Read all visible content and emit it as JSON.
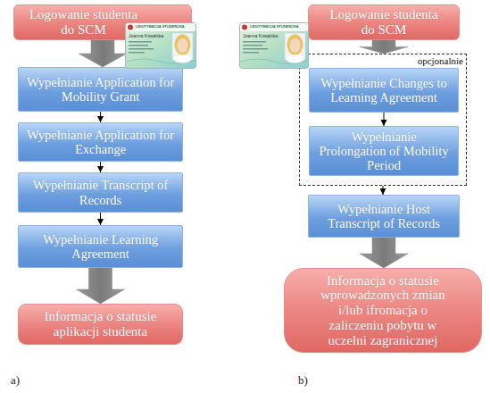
{
  "diagram": {
    "nodes": [
      {
        "text": [
          "Logowanie studenta do SCM"
        ]
      },
      {
        "text": [
          "Wypełnianie Application for Mobility Grant"
        ]
      },
      {
        "text": [
          "Wypełnianie Application for Exchange"
        ]
      },
      {
        "text": [
          "Wypełnianie Transcript of Records"
        ]
      },
      {
        "text": [
          "Wypełnianie Learning Agreement"
        ]
      },
      {
        "text": [
          "Informacja o statusie aplikacji studenta"
        ]
      },
      {
        "text": [
          "Logowanie studenta do SCM"
        ]
      },
      {
        "text": [
          "opcjonalnie"
        ]
      },
      {
        "text": [
          "Wypełnianie Changes to Learning Agreement"
        ],
        "in": 7
      },
      {
        "text": [
          "Wypełnianie Prolongation of Mobility Period"
        ],
        "in": 7
      },
      {
        "text": [
          "Wypełnianie Host Transcript of Records"
        ]
      },
      {
        "text": [
          "Informacja o statusie wprowadzonych zmian i/lub ifromacja o zaliczeniu pobytu w uczelni zagranicznej"
        ]
      }
    ],
    "edges": [
      {
        "from": 0,
        "to": 1,
        "arrow": "to"
      },
      {
        "from": 1,
        "to": 2,
        "arrow": "to"
      },
      {
        "from": 2,
        "to": 3,
        "arrow": "to"
      },
      {
        "from": 3,
        "to": 4,
        "arrow": "to"
      },
      {
        "from": 4,
        "to": 5,
        "arrow": "to"
      },
      {
        "from": 6,
        "to": 7,
        "arrow": "to"
      },
      {
        "from": 8,
        "to": 9,
        "arrow": "to"
      },
      {
        "from": 7,
        "to": 10,
        "arrow": "to"
      },
      {
        "from": 10,
        "to": 11,
        "arrow": "to"
      }
    ],
    "labels": [
      "LEGITYMACJA STUDENCKA",
      "Joanna Kowalska",
      "LEGITYMACJA STUDENCKA",
      "Joanna Kowalska",
      "a)",
      "b)"
    ]
  }
}
